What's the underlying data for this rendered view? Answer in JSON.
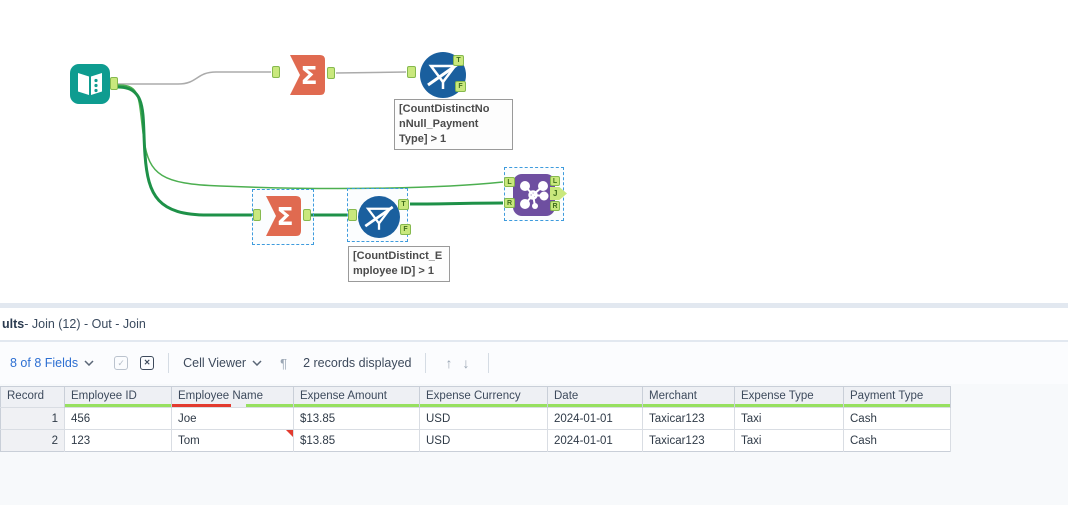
{
  "workflow": {
    "anchor_labels": {
      "t": "T",
      "f": "F",
      "l": "L",
      "r": "R",
      "j": "J"
    },
    "annotations": {
      "filter_top": "[CountDistinctNo\nnNull_Payment\nType] > 1",
      "filter_bottom": "[CountDistinct_E\nmployee ID] > 1"
    }
  },
  "results": {
    "title": {
      "bold": "ults",
      "rest": " - Join (12) - Out - Join"
    },
    "toolbar": {
      "fields": "8 of 8 Fields",
      "cell_viewer": "Cell Viewer",
      "records": "2 records displayed",
      "pilcrow": "¶",
      "check_glyph": "✓",
      "x_glyph": "✕",
      "up_arrow": "↑",
      "down_arrow": "↓"
    },
    "table": {
      "columns": [
        {
          "label": "Record",
          "width": 64,
          "quality": "none"
        },
        {
          "label": "Employee ID",
          "width": 107,
          "quality": "green"
        },
        {
          "label": "Employee Name",
          "width": 122,
          "quality": "mixed"
        },
        {
          "label": "Expense Amount",
          "width": 126,
          "quality": "green"
        },
        {
          "label": "Expense Currency",
          "width": 128,
          "quality": "green"
        },
        {
          "label": "Date",
          "width": 95,
          "quality": "green"
        },
        {
          "label": "Merchant",
          "width": 92,
          "quality": "green"
        },
        {
          "label": "Expense Type",
          "width": 109,
          "quality": "green"
        },
        {
          "label": "Payment Type",
          "width": 107,
          "quality": "green"
        }
      ],
      "rows": [
        {
          "cells": [
            "1",
            "456",
            "Joe",
            "$13.85",
            "USD",
            "2024-01-01",
            "Taxicar123",
            "Taxi",
            "Cash"
          ],
          "note_cell": null
        },
        {
          "cells": [
            "2",
            "123",
            "Tom",
            "$13.85",
            "USD",
            "2024-01-01",
            "Taxicar123",
            "Taxi",
            "Cash"
          ],
          "note_cell": 2
        }
      ]
    }
  },
  "colors": {
    "input_teal": "#0E9C90",
    "summarize_orange": "#E06A50",
    "filter_blue": "#1A5F9E",
    "join_purple": "#6E4FA0",
    "anchor_lime": "#C9E87D",
    "wire_green": "#1E9148",
    "wire_green_light": "#4CAF50",
    "wire_gray": "#ABABAB",
    "selection_blue": "#3E9BDD",
    "quality_green": "#97E060",
    "quality_red": "#E23B2F",
    "link_blue": "#2D6FD2"
  }
}
